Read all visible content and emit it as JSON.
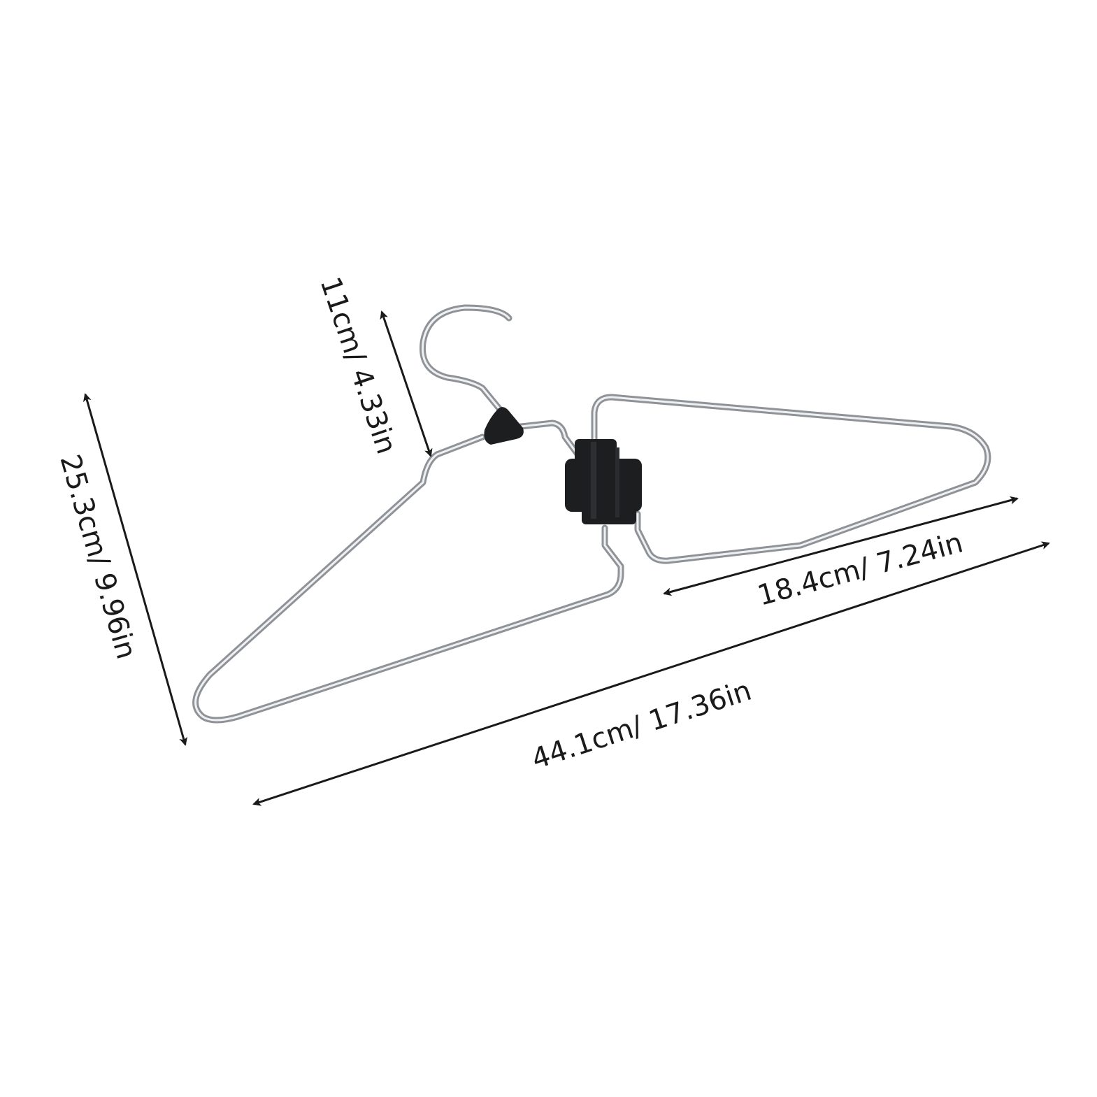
{
  "dimensions": {
    "hook_height": "11cm/ 4.33in",
    "total_height": "25.3cm/ 9.96in",
    "folded_width": "18.4cm/ 7.24in",
    "total_width": "44.1cm/ 17.36in"
  },
  "colors": {
    "background": "#ffffff",
    "wire": "#a9adb2",
    "wire_highlight": "#eef0f2",
    "hinge": "#1d1e20",
    "dimension_line": "#1a1a1a"
  }
}
